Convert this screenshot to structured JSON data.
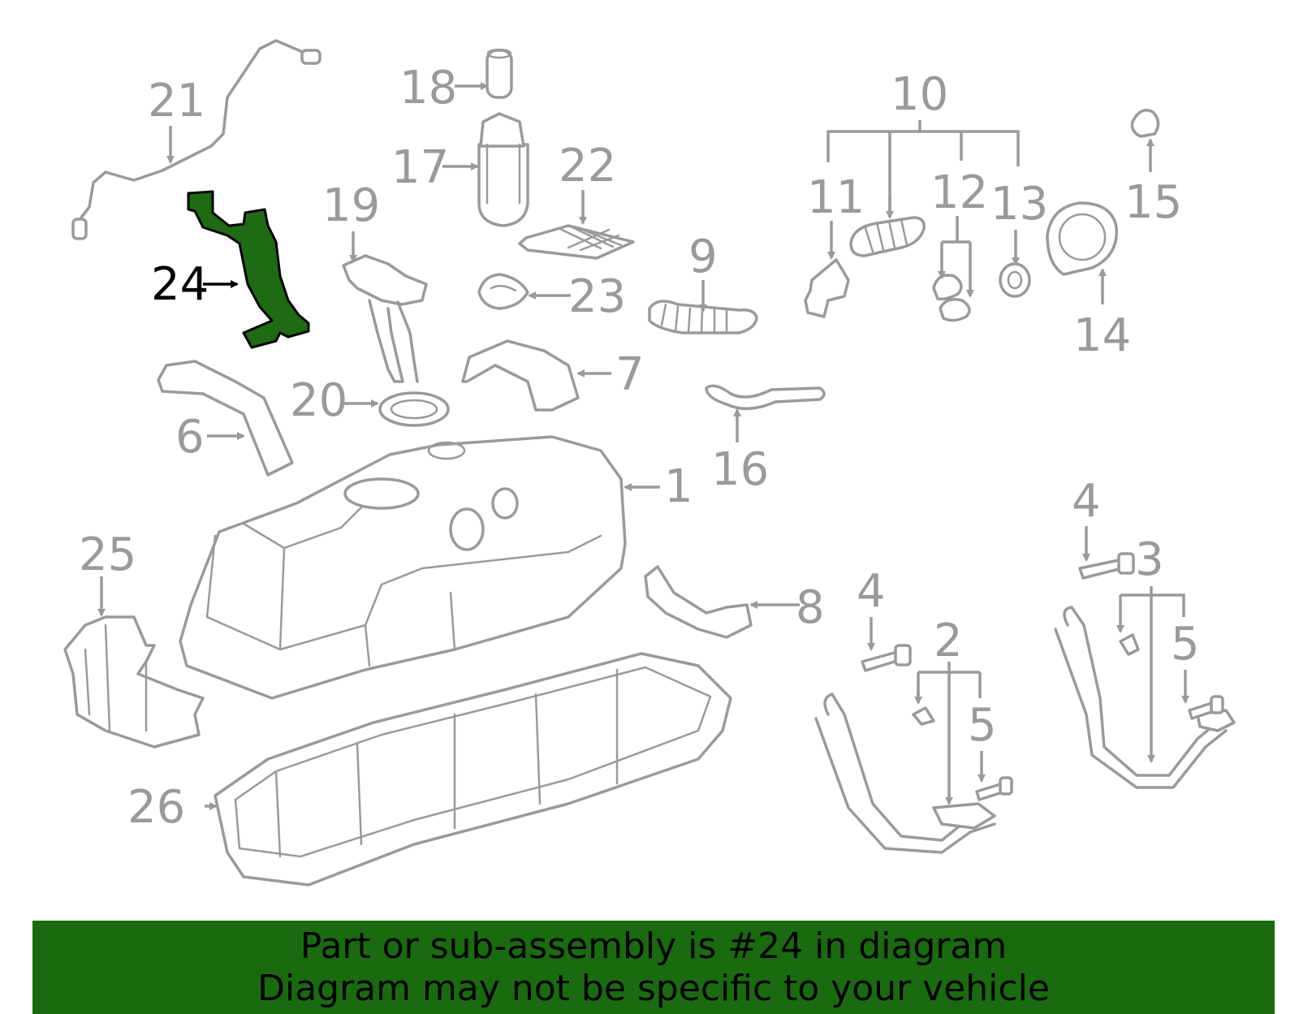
{
  "colors": {
    "line": "#9a9a9a",
    "highlight": "#1e6b14",
    "banner": "#1a6b10"
  },
  "callouts": {
    "c1": "1",
    "c2": "2",
    "c3": "3",
    "c4a": "4",
    "c4b": "4",
    "c5a": "5",
    "c5b": "5",
    "c6": "6",
    "c7": "7",
    "c8": "8",
    "c9": "9",
    "c10": "10",
    "c11": "11",
    "c12": "12",
    "c13": "13",
    "c14": "14",
    "c15": "15",
    "c16": "16",
    "c17": "17",
    "c18": "18",
    "c19": "19",
    "c20": "20",
    "c21": "21",
    "c22": "22",
    "c23": "23",
    "c24": "24",
    "c25": "25",
    "c26": "26"
  },
  "highlighted_part": "24",
  "banner": {
    "line1": "Part or sub-assembly is #24 in diagram",
    "line2": "Diagram may not be specific to your vehicle"
  }
}
